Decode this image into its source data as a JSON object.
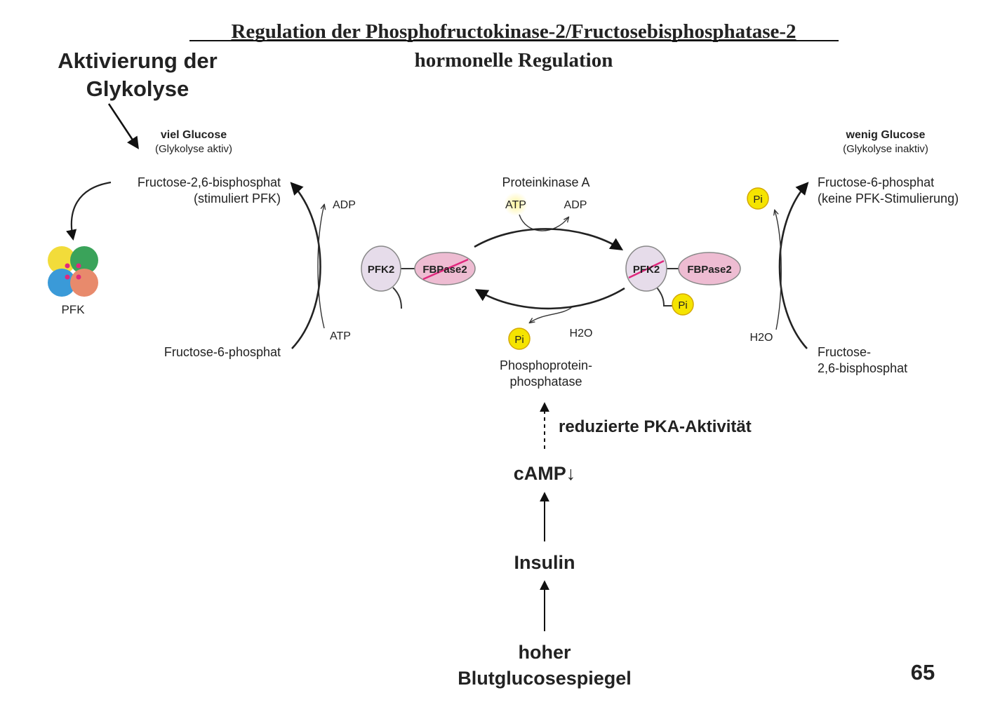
{
  "title": {
    "line1": "Regulation der Phosphofructokinase-2/Fructosebisphosphatase-2",
    "line2": "hormonelle Regulation"
  },
  "activation_label": {
    "line1": "Aktivierung der",
    "line2": "Glykolyse"
  },
  "left_state": {
    "heading": "viel Glucose",
    "subheading": "(Glykolyse aktiv)",
    "product_line1": "Fructose-2,6-bisphosphat",
    "product_line2": "(stimuliert PFK)",
    "substrate": "Fructose-6-phosphat",
    "cofactor_in": "ATP",
    "cofactor_out": "ADP",
    "enzyme_icon_label": "PFK"
  },
  "right_state": {
    "heading": "wenig Glucose",
    "subheading": "(Glykolyse inaktiv)",
    "product_line1": "Fructose-6-phosphat",
    "product_line2": "(keine PFK-Stimulierung)",
    "substrate_line1": "Fructose-",
    "substrate_line2": "2,6-bisphosphat",
    "water": "H2O",
    "phosphate": "Pi"
  },
  "center": {
    "kinase": "Proteinkinase A",
    "kinase_atp": "ATP",
    "kinase_adp": "ADP",
    "phosphatase_line1": "Phosphoprotein-",
    "phosphatase_line2": "phosphatase",
    "phosphatase_water": "H2O",
    "phosphatase_pi": "Pi",
    "left_complex": {
      "pfk2": "PFK2",
      "fbpase2": "FBPase2",
      "inactive": "FBPase2"
    },
    "right_complex": {
      "pfk2": "PFK2",
      "fbpase2": "FBPase2",
      "inactive": "PFK2",
      "phosphate": "Pi"
    }
  },
  "signal_cascade": {
    "pka_note": "reduzierte PKA-Aktivität",
    "camp": "cAMP↓",
    "insulin": "Insulin",
    "trigger_line1": "hoher",
    "trigger_line2": "Blutglucosespiegel"
  },
  "slide_number": "65",
  "colors": {
    "atp_magenta": "#e0287d",
    "phosphate_yellow": "#f5e400",
    "pfk2_fill": "#e6dcea",
    "fbpase2_fill": "#eebcd2",
    "pfk_subunit_yellow": "#f2dc3a",
    "pfk_subunit_green": "#3aa35a",
    "pfk_subunit_blue": "#3a9ad8",
    "pfk_subunit_salmon": "#e88a6c"
  }
}
